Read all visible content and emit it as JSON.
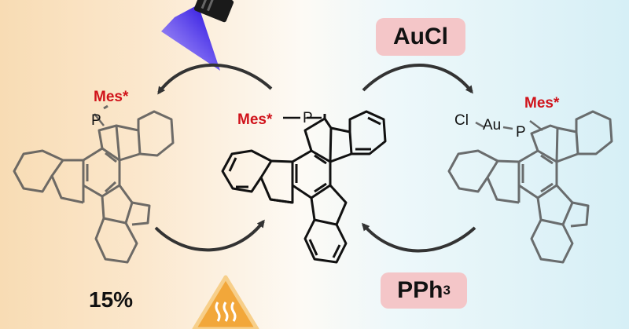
{
  "reagents": {
    "top_reagent": "AuCl",
    "bottom_reagent_base": "PPh",
    "bottom_reagent_subscript": "3"
  },
  "labels": {
    "mes_star_left": "Mes*",
    "mes_star_center": "Mes*",
    "mes_star_right": "Mes*",
    "p_left": "P",
    "p_center": "P",
    "p_right": "P",
    "cl_right": "Cl",
    "au_right": "Au"
  },
  "yield": "15%",
  "icons": {
    "light": "uv-flashlight-icon",
    "heat": "heat-warning-icon"
  },
  "colors": {
    "accent_red": "#d0121a",
    "pill_pink": "#f4c6c8",
    "light_blue": "#1e00e0",
    "heat_orange": "#f2a73a"
  }
}
